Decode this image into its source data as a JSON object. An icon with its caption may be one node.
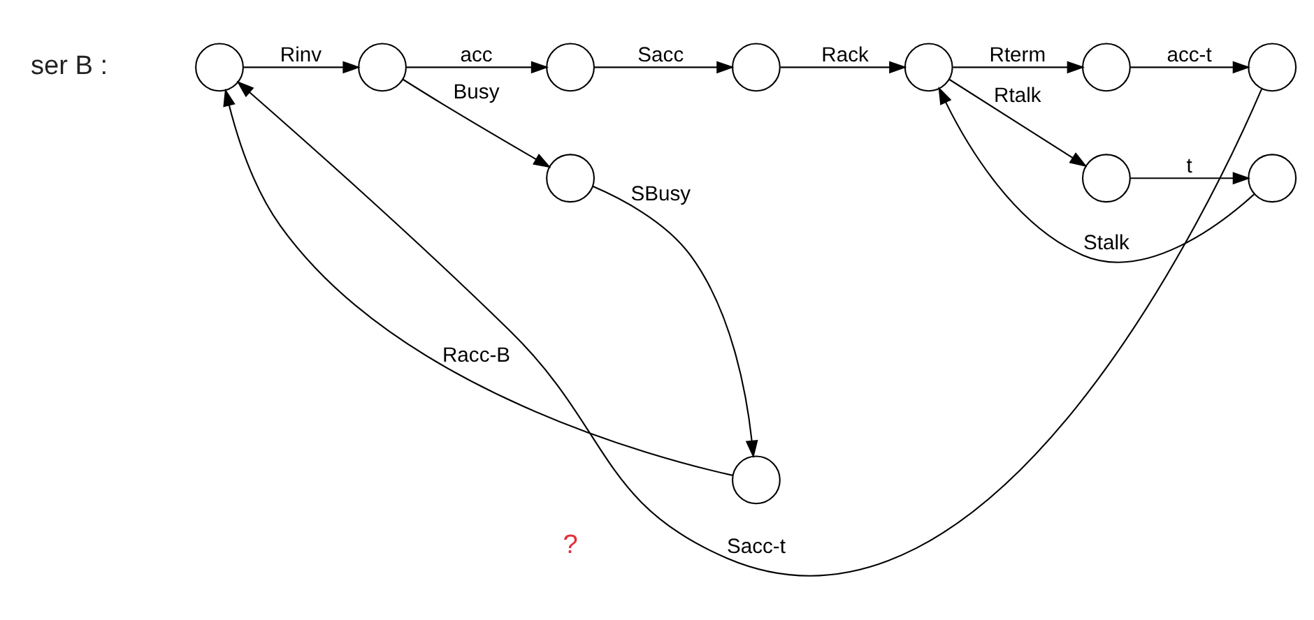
{
  "diagram": {
    "nodes": [
      {
        "text": [],
        "shape": "circle"
      },
      {
        "text": [],
        "shape": "circle"
      },
      {
        "text": [],
        "shape": "circle"
      },
      {
        "text": [],
        "shape": "circle"
      },
      {
        "text": [],
        "shape": "circle"
      },
      {
        "text": [],
        "shape": "circle"
      },
      {
        "text": [],
        "shape": "circle"
      },
      {
        "text": [],
        "shape": "circle"
      },
      {
        "text": [],
        "shape": "circle"
      },
      {
        "text": [],
        "shape": "circle"
      },
      {
        "text": [],
        "shape": "circle"
      }
    ],
    "edges": [
      {
        "from": 0,
        "to": 1,
        "arrow": "to",
        "label": "Rinv"
      },
      {
        "from": 1,
        "to": 2,
        "arrow": "to",
        "label": "acc"
      },
      {
        "from": 2,
        "to": 3,
        "arrow": "to",
        "label": "Sacc"
      },
      {
        "from": 3,
        "to": 4,
        "arrow": "to",
        "label": "Rack"
      },
      {
        "from": 4,
        "to": 5,
        "arrow": "to",
        "label": "Rterm"
      },
      {
        "from": 5,
        "to": 6,
        "arrow": "to",
        "label": "acc-t"
      },
      {
        "from": 1,
        "to": 7,
        "arrow": "to",
        "label": "Busy"
      },
      {
        "from": 7,
        "to": 8,
        "arrow": "to",
        "label": "SBusy"
      },
      {
        "from": 8,
        "to": 0,
        "arrow": "to",
        "label": "Racc-B"
      },
      {
        "from": 4,
        "to": 9,
        "arrow": "to",
        "label": "Rtalk"
      },
      {
        "from": 9,
        "to": 10,
        "arrow": "to",
        "label": "t"
      },
      {
        "from": 10,
        "to": 4,
        "arrow": "to",
        "label": "Stalk"
      },
      {
        "from": 6,
        "to": 0,
        "arrow": "to",
        "label": "Sacc-t"
      }
    ],
    "labels": [
      "ser B :",
      "?"
    ]
  }
}
